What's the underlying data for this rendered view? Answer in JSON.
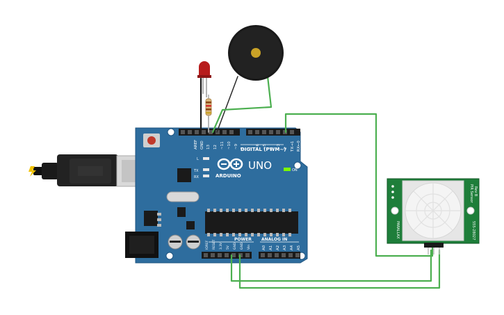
{
  "board": {
    "logo_text": "UNO",
    "brand": "ARDUINO",
    "on_label": "ON",
    "digital_header": "DIGITAL (PWM~)",
    "analog_header": "ANALOG IN",
    "power_header": "POWER",
    "top_pins": [
      "AREF",
      "GND",
      "13",
      "12",
      "~11",
      "~10",
      "~9",
      "8",
      "7",
      "~6",
      "~5",
      "4",
      "~3",
      "2",
      "TX→1",
      "RX←0"
    ],
    "led_labels": [
      "L",
      "TX",
      "RX"
    ],
    "power_pins": [
      "IOREF",
      "RESET",
      "3.3V",
      "5V",
      "GND",
      "GND",
      "Vin"
    ],
    "analog_pins": [
      "A0",
      "A1",
      "A2",
      "A3",
      "A4",
      "A5"
    ]
  },
  "pir": {
    "side_left": "PARALLAX",
    "side_right": "555-28027",
    "model": "PIR Sensor",
    "rev": "Rev B"
  },
  "colors": {
    "board": "#2E6D9E",
    "wire": "#4CAF50",
    "pir_pcb": "#1E7E3A",
    "led": "#B71C1C",
    "buzzer": "#1A1A1A"
  }
}
